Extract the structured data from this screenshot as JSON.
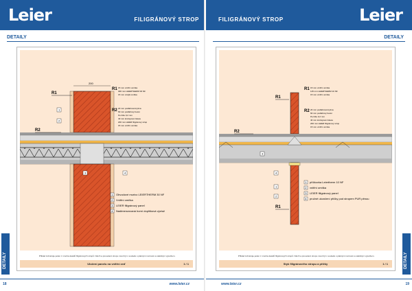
{
  "left": {
    "logo": "Leier",
    "header_title": "FILIGRÁNOVÝ STROP",
    "section": "DETAILY",
    "side_label": "DETAILY",
    "page_number": "18",
    "website": "www.leier.cz",
    "r1_label": "R1",
    "r2_label": "R2",
    "r1_layers": [
      "15 mm    vnitřní omítka",
      "300 mm   LEIERTHERM 30 NF",
      "15 mm    vnější omítka"
    ],
    "r2_layers": [
      "20 mm    podlahová krytina",
      "60 mm    podlahový beton",
      "Pe fólie 0,2 mm",
      "40 mm    kročejová izolace",
      "200 mm   LEIER filigránový strop",
      "15 mm    vnitřní omítka"
    ],
    "dim_top": "200",
    "legend": [
      "Obvodové murivo LEIERTHERM 30 NF",
      "Vnitřní omítka",
      "LEIER filigránový panel",
      "Nadimenzovaná horní doplňková výztuž"
    ],
    "markers": [
      "1",
      "2",
      "3",
      "4"
    ],
    "note": "Příklad zobrazuje jeden z mnoha detailů filigránových stropů. Návrh a provedení stropu musí být v souladu s platnými normami a statickým výpočtem.",
    "caption": "Uložení panelu na vnitřní zeď",
    "caption_num": "1 / 1"
  },
  "right": {
    "logo": "Leier",
    "header_title": "FILIGRÁNOVÝ STROP",
    "section": "DETAILY",
    "side_label": "DETAILY",
    "page_number": "19",
    "website": "www.leier.cz",
    "r1_label": "R1",
    "r1_label_b": "R1",
    "r2_label": "R2",
    "r1_layers": [
      "15 mm    vnitřní omítka",
      "115 mm   LEIERTHERM 10 NF",
      "15 mm    vnitřní omítka"
    ],
    "r2_layers": [
      "20 mm    podlahová krytina",
      "60 mm    podlahový beton",
      "Pe fólie 0,2 mm",
      "40 mm    kročejová izolace",
      "200 mm   LEIER filigránový strop",
      "15 mm    vnitřní omítka"
    ],
    "legend": [
      "příčkovka Leiertherm 10 NF",
      "vnitřní omítka",
      "LEIER filigránový panel",
      "pružné ukončení příčky pod stropem PUR pěnou"
    ],
    "markers": [
      "1",
      "2",
      "3",
      "4"
    ],
    "note": "Příklad zobrazuje jeden z mnoha detailů filigránových stropů. Návrh a provedení stropu musí být v souladu s platnými normami a statickým výpočtem.",
    "caption": "Styk filigránového stropu a příčky",
    "caption_num": "1 / 1"
  },
  "colors": {
    "brand_blue": "#1f5a9c",
    "brick": "#d9542a",
    "plaster": "#fde8d4",
    "caption_bg": "#f7d7b6",
    "concrete": "#c8c8c8",
    "insulation": "#f0b64a"
  }
}
